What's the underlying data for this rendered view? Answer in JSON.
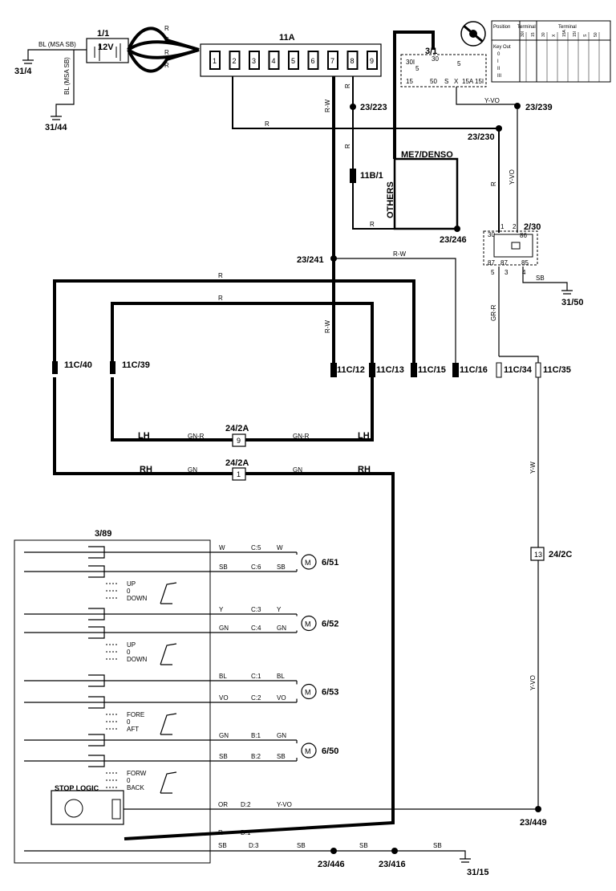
{
  "battery": {
    "id": "1/1",
    "voltage": "12V"
  },
  "fuse_box": {
    "id": "11A",
    "fuses": [
      "1",
      "2",
      "3",
      "4",
      "5",
      "6",
      "7",
      "8",
      "9"
    ]
  },
  "grounds": {
    "g_31_4": "31/4",
    "g_31_44": "31/44",
    "g_31_50": "31/50",
    "g_31_15": "31/15"
  },
  "ignition": {
    "id": "3/1",
    "t30l": "30I",
    "t30": "30",
    "t15": "15",
    "t50": "50",
    "tS": "S",
    "tX": "X",
    "t15A": "15A",
    "t15I": "15I",
    "t5a": "5",
    "t5b": "5",
    "table_pos": "Position",
    "table_term": "Terminal",
    "table_term2": "Terminal",
    "table_keyout": "Key Out",
    "table_rows": [
      "0",
      "I",
      "II",
      "III"
    ],
    "table_cols": [
      "30I",
      "15",
      "30",
      "X",
      "15A",
      "15I",
      "S",
      "50"
    ]
  },
  "splices": {
    "s23_223": "23/223",
    "s23_239": "23/239",
    "s23_230": "23/230",
    "s23_246": "23/246",
    "s23_241": "23/241",
    "s23_449": "23/449",
    "s23_446": "23/446",
    "s23_416": "23/416"
  },
  "ecm": {
    "label": "ME7/DENSO",
    "others": "OTHERS"
  },
  "connector_11b1": "11B/1",
  "relay": {
    "id": "2/30",
    "p30": "30",
    "p86": "86",
    "p87": "87",
    "p87b": "87",
    "p85": "85",
    "p1": "1",
    "p2": "2",
    "p3": "3",
    "p4": "4",
    "p5": "5"
  },
  "fuses_11c": {
    "c40": "11C/40",
    "c39": "11C/39",
    "c12": "11C/12",
    "c13": "11C/13",
    "c15": "11C/15",
    "c16": "11C/16",
    "c34": "11C/34",
    "c35": "11C/35",
    "one": "1",
    "two": "2",
    "three": "3"
  },
  "connectors": {
    "c24_2a": "24/2A",
    "c24_2a_b": "24/2A",
    "pin9": "9",
    "pin1": "1",
    "c24_2c": "24/2C",
    "pin13": "13"
  },
  "wire_colors": {
    "bl_msa": "BL (MSA SB)",
    "bl_msa2": "BL (MSA SB)",
    "r": "R",
    "rw": "R-W",
    "yvo": "Y-VO",
    "grr": "GR-R",
    "sb": "SB",
    "yw": "Y-W",
    "gnr": "GN-R",
    "gn": "GN",
    "lh": "LH",
    "rh": "RH",
    "w": "W",
    "y": "Y",
    "bl": "BL",
    "vo": "VO",
    "or": "OR"
  },
  "module": {
    "id": "3/89",
    "stop_logic": "STOP LOGIC",
    "sw1": [
      "UP",
      "0",
      "DOWN"
    ],
    "sw2": [
      "UP",
      "0",
      "DOWN"
    ],
    "sw3": [
      "FORE",
      "0",
      "AFT"
    ],
    "sw4": [
      "FORW",
      "0",
      "BACK"
    ]
  },
  "pins": {
    "c5": "C:5",
    "c6": "C:6",
    "c3": "C:3",
    "c4": "C:4",
    "c1": "C:1",
    "c2": "C:2",
    "b1": "B:1",
    "b2": "B:2",
    "d2": "D:2",
    "d1": "D:1",
    "d3": "D:3"
  },
  "motors": {
    "m651": "6/51",
    "m652": "6/52",
    "m653": "6/53",
    "m650": "6/50",
    "glyph": "M"
  }
}
